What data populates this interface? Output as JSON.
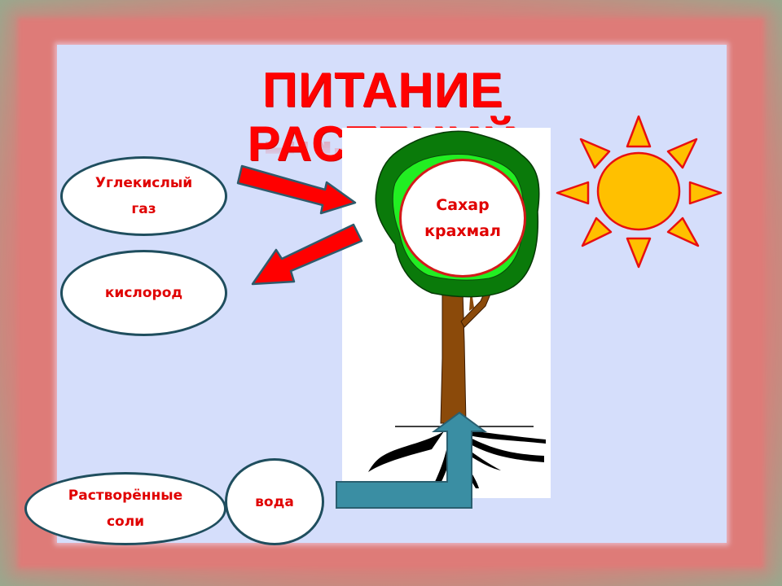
{
  "title": "ПИТАНИЕ РАСТЕНИЙ",
  "nodes": {
    "co2": {
      "line1": "Углекислый",
      "line2": "газ"
    },
    "oxygen": {
      "label": "кислород"
    },
    "sugar": {
      "line1": "Сахар",
      "line2": "крахмал"
    },
    "salts": {
      "line1": "Растворённые",
      "line2": "соли"
    },
    "water": {
      "label": "вода"
    }
  },
  "icons": {
    "sun": "sun-icon",
    "tree": "tree-illustration",
    "arrow_in": "arrow-right-down-icon",
    "arrow_out": "arrow-left-down-icon",
    "arrow_up": "arrow-up-bent-icon"
  },
  "colors": {
    "title": "#ff0000",
    "label_text": "#e00000",
    "slide_bg": "#d5defb",
    "frame": "#de7b78",
    "outer": "#9aa88e",
    "arrow_red": "#ff0000",
    "arrow_teal": "#3a8ea3",
    "sun_fill": "#ffc000",
    "sun_stroke": "#e81010",
    "leaf_dark": "#0a7a0a",
    "leaf_light": "#22ee22",
    "trunk": "#8b4a0a"
  }
}
